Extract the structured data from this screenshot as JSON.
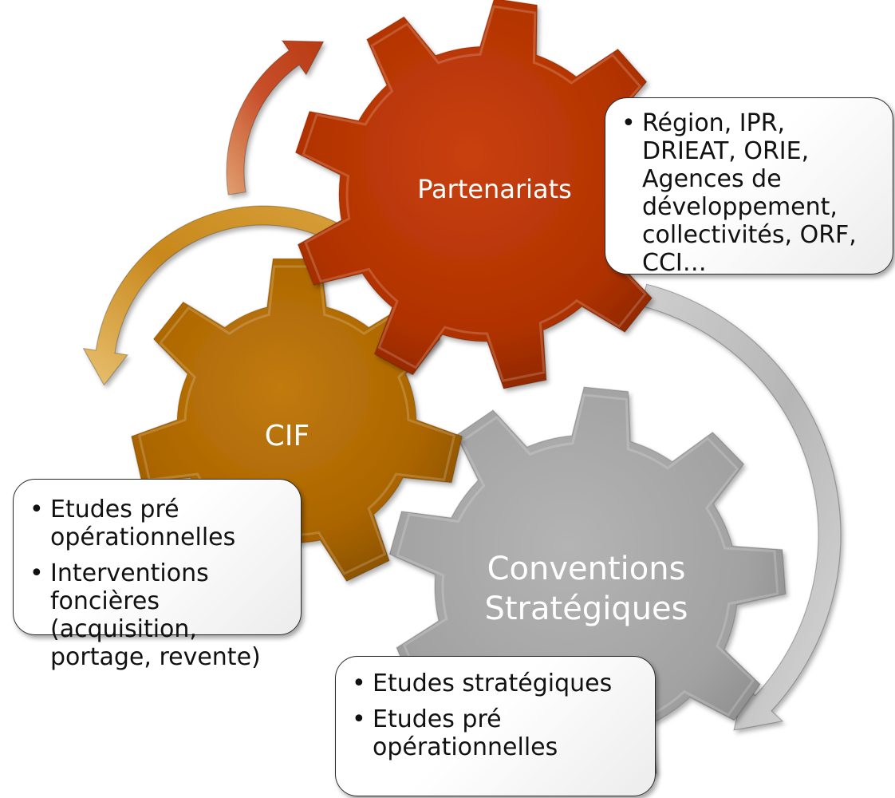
{
  "gears": {
    "partenariats": {
      "label": "Partenariats",
      "color": "#b33200"
    },
    "cif": {
      "label": "CIF",
      "color": "#b06a00"
    },
    "conventions": {
      "label_line1": "Conventions",
      "label_line2": "Stratégiques",
      "color": "#a3a3a3"
    }
  },
  "callouts": {
    "partenariats": {
      "items": [
        "Région, IPR, DRIEAT, ORIE, Agences de développement, collectivités, ORF, CCI…"
      ]
    },
    "cif": {
      "items": [
        "Etudes pré opérationnelles",
        "Interventions foncières (acquisition, portage, revente)"
      ]
    },
    "conventions": {
      "items": [
        "Etudes stratégiques",
        "Etudes pré opérationnelles"
      ]
    }
  },
  "arrows": {
    "top_color": "#c8502a",
    "left_color": "#c88a1c",
    "right_color": "#b8b8b8"
  }
}
